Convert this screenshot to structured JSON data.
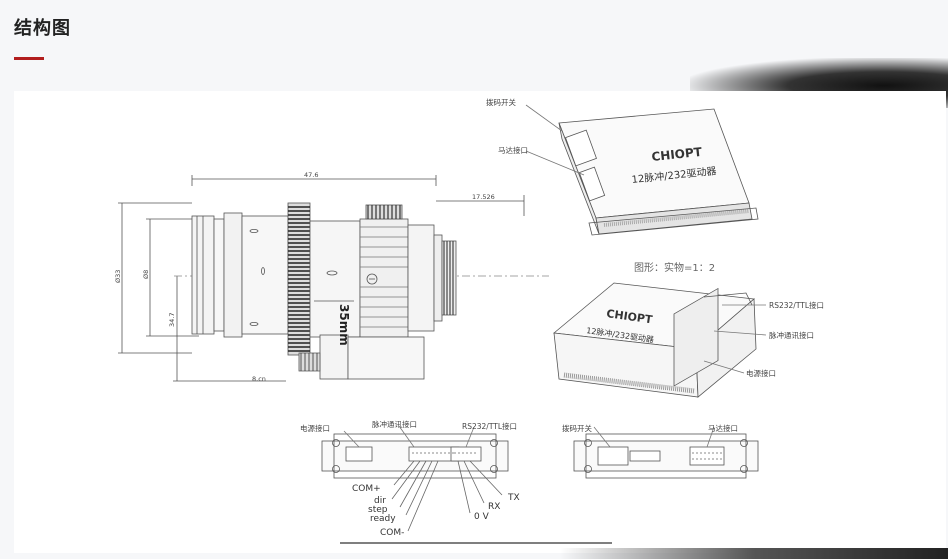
{
  "header": {
    "title": "结构图"
  },
  "lens": {
    "dim_width": "47.6",
    "dim_offset": "17.526",
    "dim_dia_outer": "Ø33",
    "dim_dia_inner": "Ø8",
    "dim_side": "34.7",
    "focal_label": "35mm",
    "bottom_label": "8.cn"
  },
  "driver_top": {
    "brand": "CHIOPT",
    "model": "12脉冲/232驱动器",
    "label_dip": "拨码开关",
    "label_motor": "马达接口"
  },
  "scale_note": "图形：实物=1：2",
  "driver_side": {
    "brand": "CHIOPT",
    "model": "12脉冲/232驱动器",
    "label_rs232": "RS232/TTL接口",
    "label_pulse": "脉冲通讯接口",
    "label_power": "电源接口"
  },
  "bottom_left": {
    "label_power": "电源接口",
    "label_pulse": "脉冲通讯接口",
    "label_rs232": "RS232/TTL接口",
    "pins": [
      "COM+",
      "dir",
      "step",
      "ready",
      "COM-",
      "0 V",
      "RX",
      "TX"
    ]
  },
  "bottom_right": {
    "label_dip": "拨码开关",
    "label_motor": "马达接口"
  }
}
